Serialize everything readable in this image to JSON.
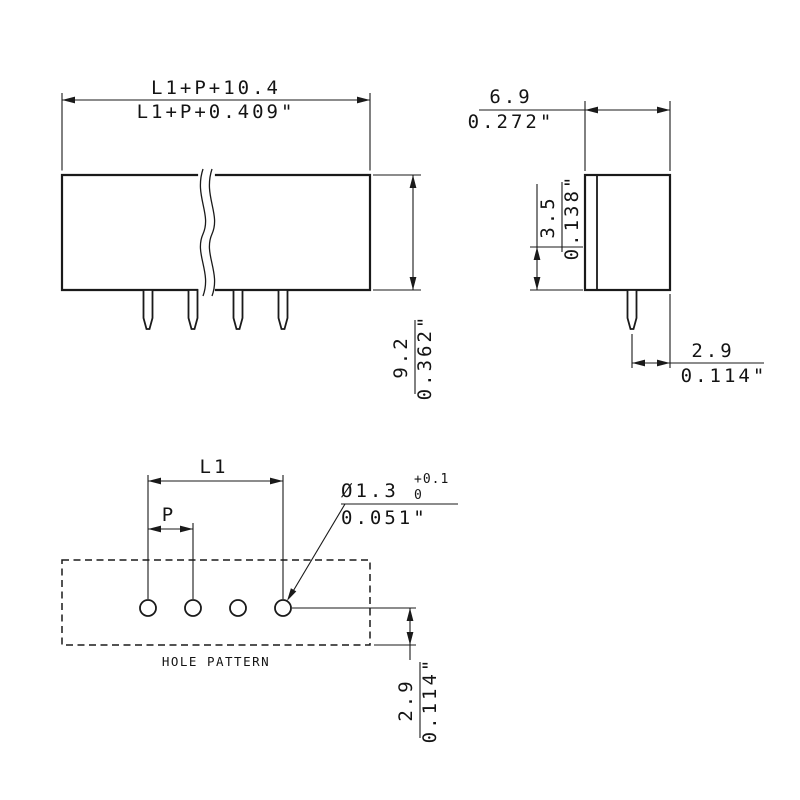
{
  "views": {
    "front": {
      "length_mm": "L1+P+10.4",
      "length_in": "L1+P+0.409\"",
      "height_mm": "9.2",
      "height_in": "0.362\""
    },
    "side": {
      "depth_mm": "6.9",
      "depth_in": "0.272\"",
      "collar_mm": "3.5",
      "collar_in": "0.138\"",
      "pin_offset_mm": "2.9",
      "pin_offset_in": "0.114\""
    },
    "hole_pattern": {
      "title": "HOLE PATTERN",
      "l1_label": "L1",
      "p_label": "P",
      "hole_diameter_mm": "Ø1.3",
      "hole_tolerance_plus": "+0.1",
      "hole_tolerance_minus": "0",
      "hole_diameter_in": "0.051\"",
      "edge_distance_mm": "2.9",
      "edge_distance_in": "0.114\""
    }
  },
  "colors": {
    "line": "#1a1a1a",
    "background": "#ffffff"
  }
}
